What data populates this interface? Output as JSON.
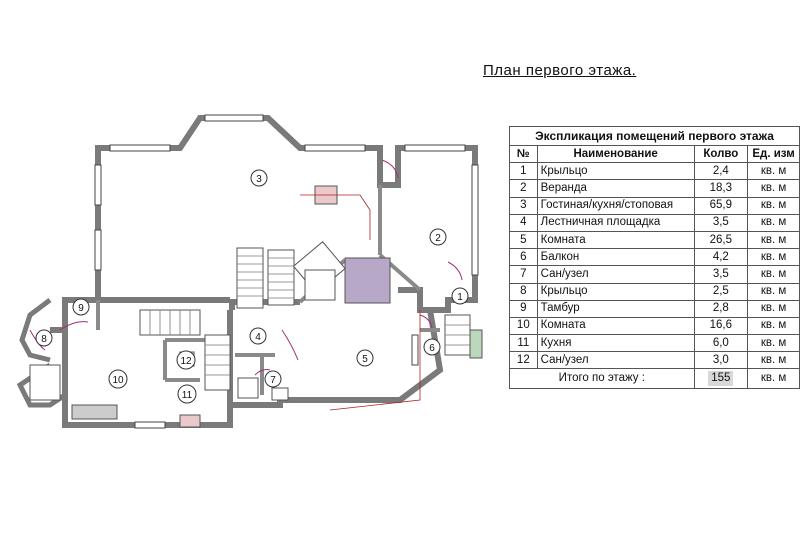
{
  "plan_title": "План  первого  этажа.",
  "table": {
    "caption": "Экспликация помещений первого этажа",
    "headers": [
      "№",
      "Наименование",
      "Колво",
      "Ед. изм"
    ],
    "rows": [
      {
        "no": "1",
        "name": "Крыльцо",
        "qty": "2,4",
        "unit": "кв. м"
      },
      {
        "no": "2",
        "name": "Веранда",
        "qty": "18,3",
        "unit": "кв. м"
      },
      {
        "no": "3",
        "name": "Гостиная/кухня/стоповая",
        "qty": "65,9",
        "unit": "кв. м"
      },
      {
        "no": "4",
        "name": "Лестничная площадка",
        "qty": "3,5",
        "unit": "кв. м"
      },
      {
        "no": "5",
        "name": "Комната",
        "qty": "26,5",
        "unit": "кв. м"
      },
      {
        "no": "6",
        "name": "Балкон",
        "qty": "4,2",
        "unit": "кв. м"
      },
      {
        "no": "7",
        "name": "Сан/узел",
        "qty": "3,5",
        "unit": "кв. м"
      },
      {
        "no": "8",
        "name": "Крыльцо",
        "qty": "2,5",
        "unit": "кв. м"
      },
      {
        "no": "9",
        "name": "Тамбур",
        "qty": "2,8",
        "unit": "кв. м"
      },
      {
        "no": "10",
        "name": "Комната",
        "qty": "16,6",
        "unit": "кв. м"
      },
      {
        "no": "11",
        "name": "Кухня",
        "qty": "6,0",
        "unit": "кв. м"
      },
      {
        "no": "12",
        "name": "Сан/узел",
        "qty": "3,0",
        "unit": "кв. м"
      }
    ],
    "total_label": "Итого по этажу :",
    "total_value": "155",
    "total_unit": "кв. м"
  },
  "room_labels": [
    "1",
    "2",
    "3",
    "4",
    "5",
    "6",
    "7",
    "8",
    "9",
    "10",
    "11",
    "12"
  ],
  "colors": {
    "wall": "#7a7a7a",
    "door": "#a0307a",
    "wire": "#b02020",
    "stair": "#d0d0d0",
    "furniture": "#b8a8c8"
  }
}
